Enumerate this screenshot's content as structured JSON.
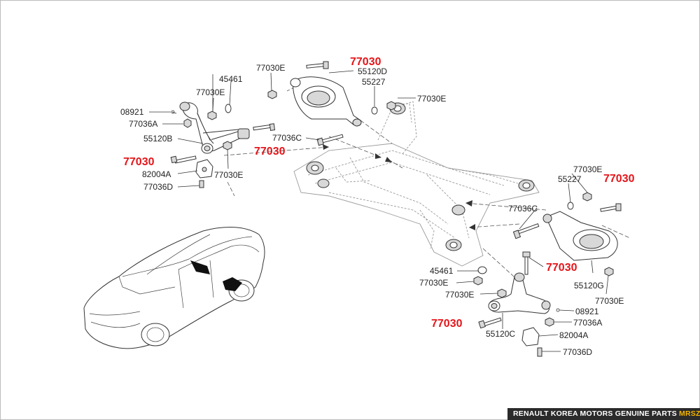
{
  "colors": {
    "highlight": "#e3161b",
    "label": "#222222",
    "banner_bg": "#2b2b2b",
    "banner_accent": "#f2b400"
  },
  "labels": {
    "upper_left_77030e_top": "77030E",
    "upper_left_45461": "45461",
    "upper_left_77030e_mid": "77030E",
    "upper_left_08921": "08921",
    "upper_left_77036a": "77036A",
    "upper_left_55120b": "55120B",
    "upper_left_77030_red": "77030",
    "upper_left_77030e_low": "77030E",
    "upper_left_82004a": "82004A",
    "upper_left_77036d": "77036D",
    "top_77030_red": "77030",
    "top_55120d": "55120D",
    "top_55227": "55227",
    "top_77030e_right": "77030E",
    "top_77036c": "77036C",
    "top_77030_red_mid": "77030",
    "right_77030e": "77030E",
    "right_55227": "55227",
    "right_77030_red": "77030",
    "right_77036c": "77036C",
    "right_77030_red_low": "77030",
    "right_55120g": "55120G",
    "right_77030e_low": "77030E",
    "low_45461": "45461",
    "low_77030e_a": "77030E",
    "low_77030e_b": "77030E",
    "low_08921": "08921",
    "low_77030_red": "77030",
    "low_77036a": "77036A",
    "low_55120c": "55120C",
    "low_82004a": "82004A",
    "low_77036d": "77036D"
  },
  "banner": {
    "text": "RENAULT KOREA MOTORS GENUINE PARTS ",
    "accent": "MRSZONE"
  }
}
